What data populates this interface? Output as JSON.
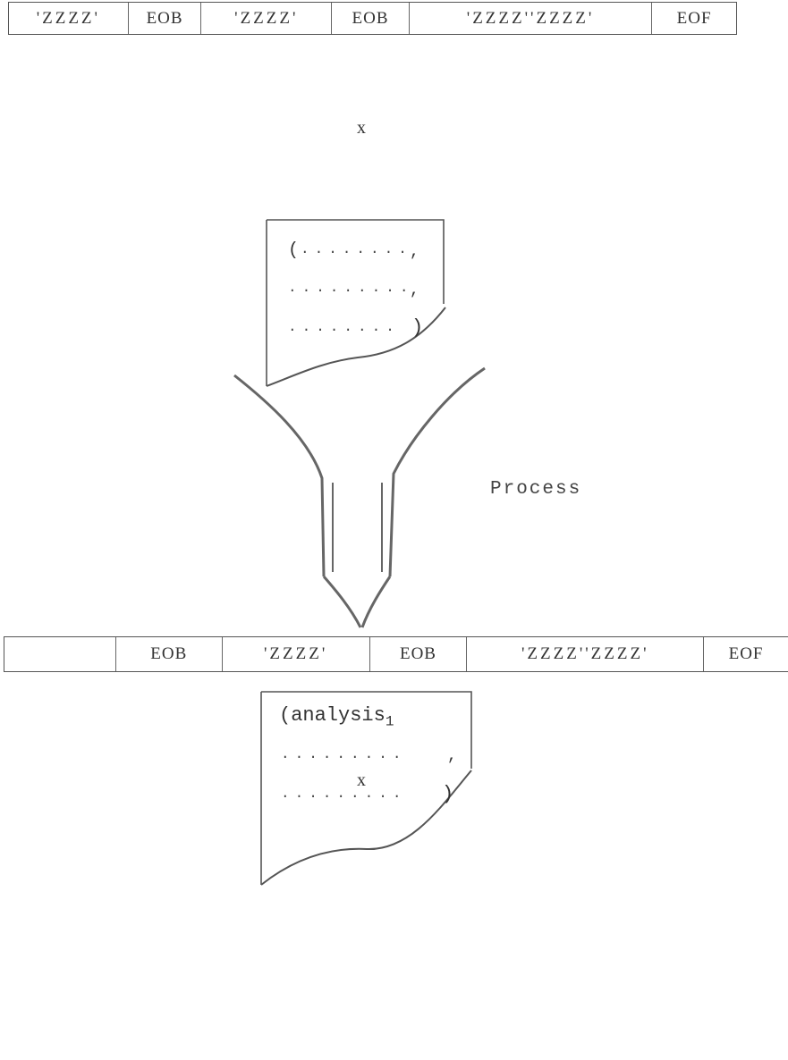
{
  "top_tape": {
    "cells": [
      "'ZZZZ'",
      "EOB",
      "'ZZZZ'",
      "EOB",
      "'ZZZZ''ZZZZ'",
      "EOF"
    ]
  },
  "top_x": "x",
  "input_doc": {
    "open_paren": "(",
    "line1_end": ",",
    "line2_end": ",",
    "close_paren": ")"
  },
  "process_label": "Process",
  "bottom_tape": {
    "cells": [
      "",
      "EOB",
      "'ZZZZ'",
      "EOB",
      "'ZZZZ''ZZZZ'",
      "EOF"
    ]
  },
  "bottom_x": "x",
  "output_doc": {
    "line1": "(analysis",
    "line1_sub": "1",
    "line2_end": ",",
    "line3_end": ")"
  }
}
